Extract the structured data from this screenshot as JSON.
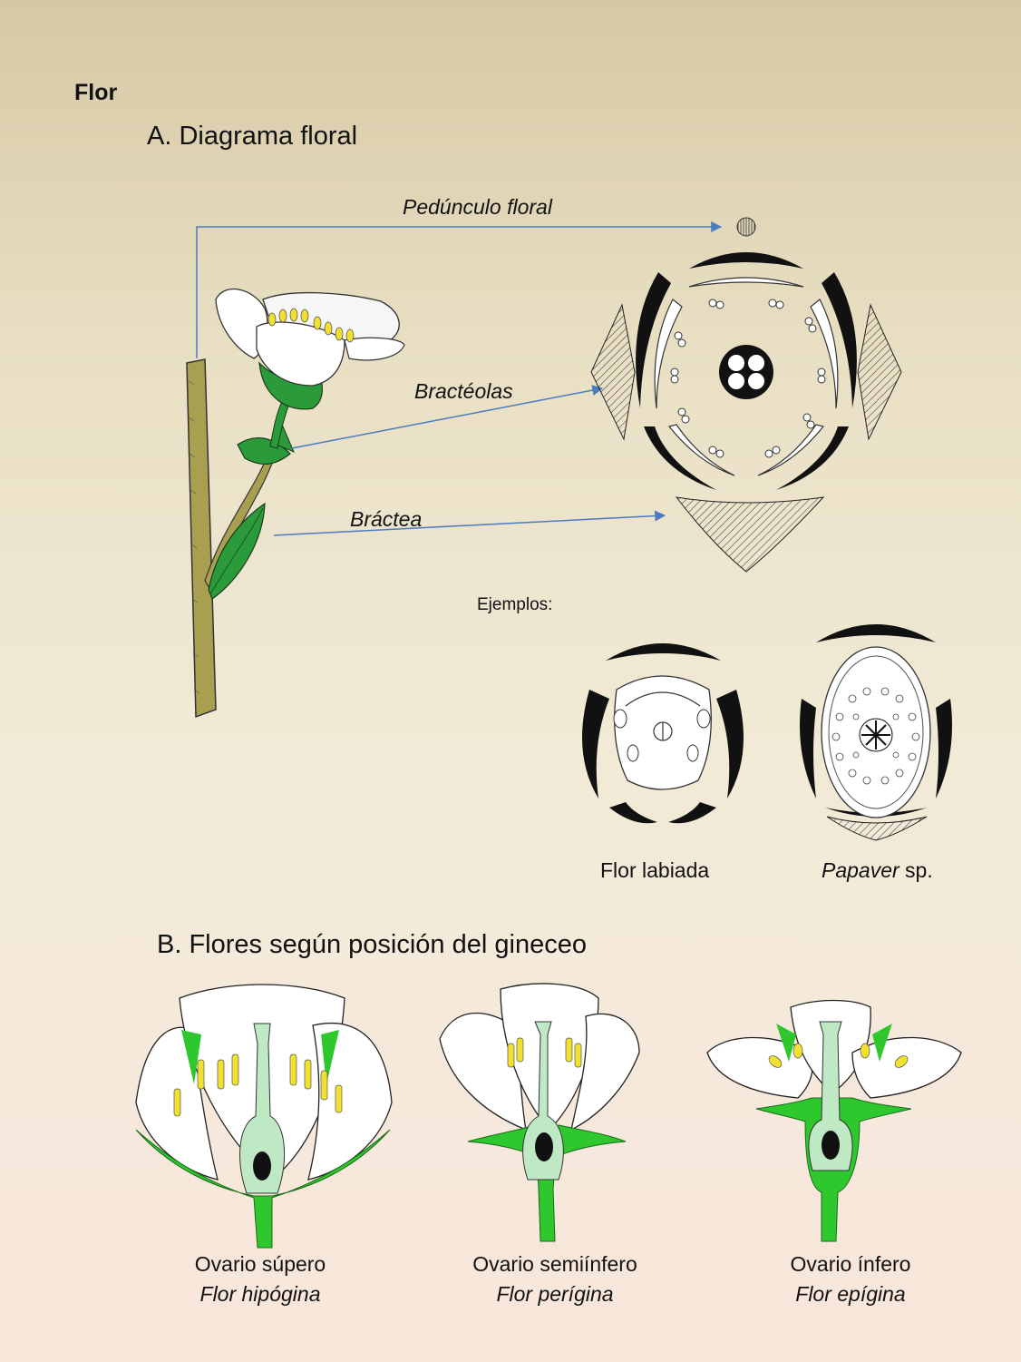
{
  "title": "Flor",
  "section_a": "A. Diagrama floral",
  "section_b": "B. Flores según posición del gineceo",
  "labels": {
    "peduncle": "Pedúnculo floral",
    "bracteoles": "Bractéolas",
    "bract": "Bráctea"
  },
  "examples_label": "Ejemplos:",
  "example_captions": {
    "labiate": "Flor labiada",
    "papaver_genus": "Papaver",
    "papaver_suffix": " sp."
  },
  "ovary_types": [
    {
      "name": "Ovario súpero",
      "flower": "Flor hipógina"
    },
    {
      "name": "Ovario semiínfero",
      "flower": "Flor perígina"
    },
    {
      "name": "Ovario ínfero",
      "flower": "Flor epígina"
    }
  ],
  "colors": {
    "arrow": "#4a7cc0",
    "stem": "#a8a050",
    "leaf": "#2a9a3a",
    "ovary": "#bfe8c4",
    "receptacle": "#3ecf3e",
    "anther": "#f2e030"
  }
}
